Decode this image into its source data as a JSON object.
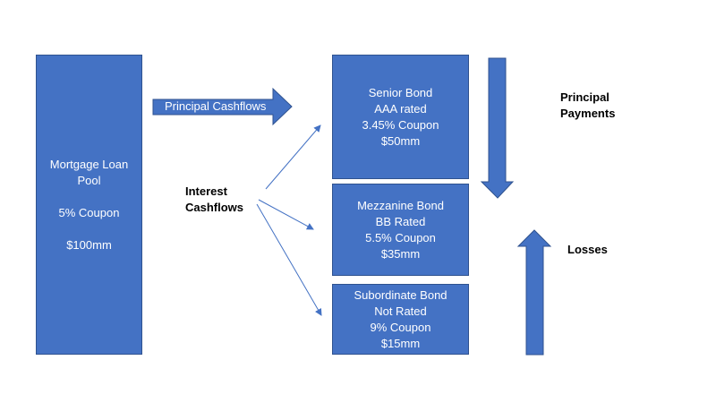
{
  "pool": {
    "line1": "Mortgage Loan",
    "line2": "Pool",
    "coupon": "5% Coupon",
    "amount": "$100mm"
  },
  "principal_cashflows": {
    "label": "Principal Cashflows"
  },
  "interest_cashflows": {
    "line1": "Interest",
    "line2": "Cashflows"
  },
  "senior": {
    "name": "Senior Bond",
    "rating": "AAA rated",
    "coupon": "3.45% Coupon",
    "amount": "$50mm"
  },
  "mezzanine": {
    "name": "Mezzanine Bond",
    "rating": "BB Rated",
    "coupon": "5.5% Coupon",
    "amount": "$35mm"
  },
  "subordinate": {
    "name": "Subordinate Bond",
    "rating": "Not Rated",
    "coupon": "9% Coupon",
    "amount": "$15mm"
  },
  "principal_payments": {
    "line1": "Principal",
    "line2": "Payments"
  },
  "losses": {
    "label": "Losses"
  },
  "colors": {
    "fill": "#4472C4",
    "stroke": "#2F528F"
  }
}
